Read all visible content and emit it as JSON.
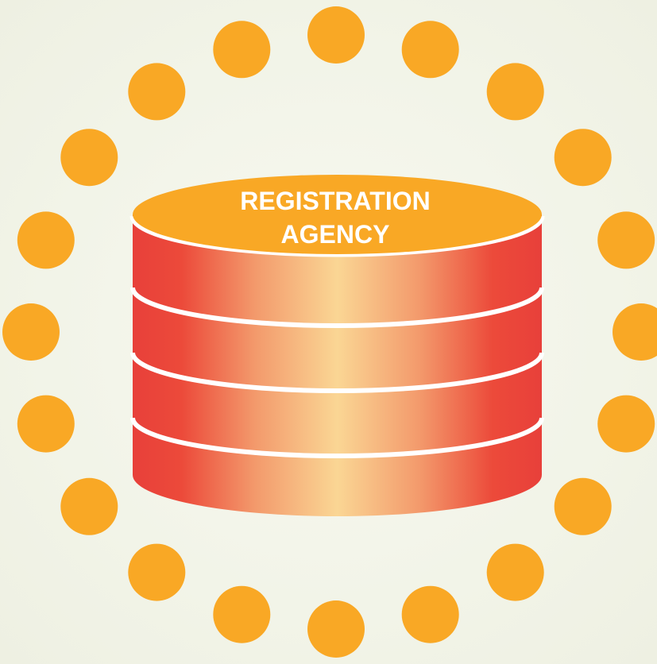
{
  "database": {
    "label_line1": "REGISTRATION",
    "label_line2": "AGENCY",
    "shape": "stacked-cylinder",
    "layers": 4
  },
  "ring": {
    "dot_count": 20,
    "dot_color": "#f9a825"
  },
  "colors": {
    "top": "#f9a825",
    "body_edge": "#e8403a",
    "body_center": "#fad694",
    "separator": "#ffffff",
    "background": "#f3f5ea"
  }
}
